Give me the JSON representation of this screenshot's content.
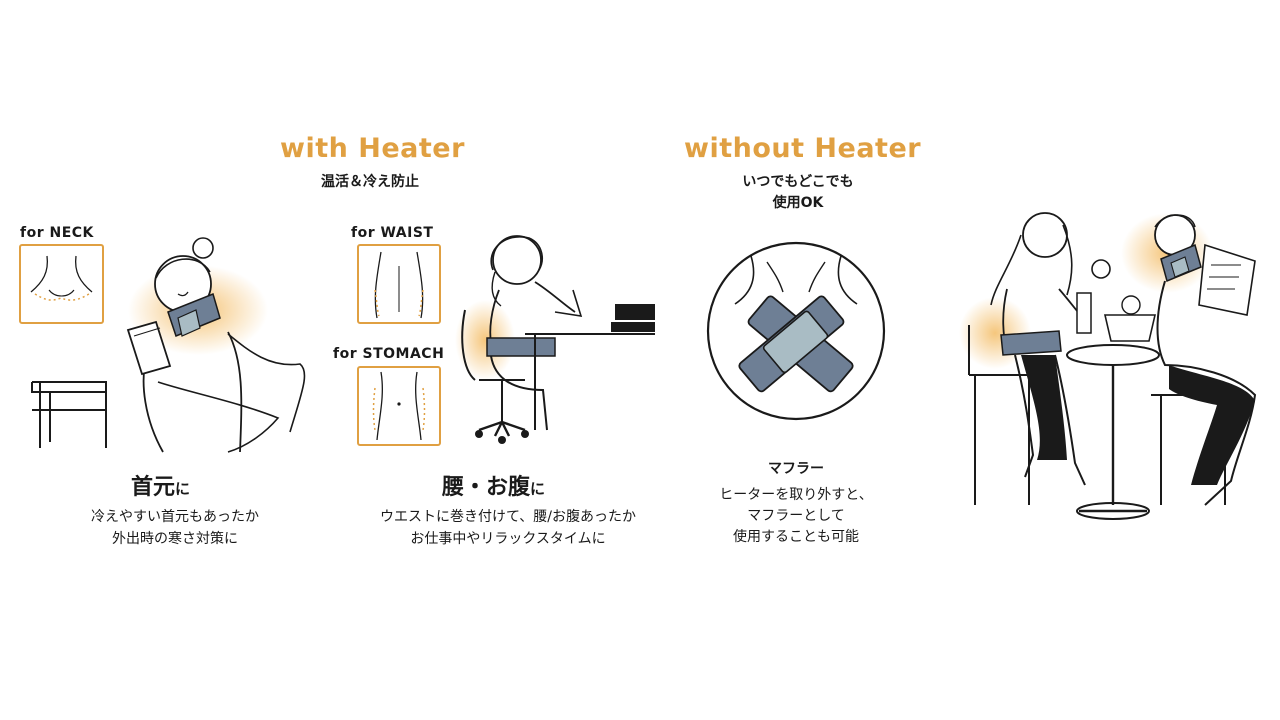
{
  "with_heater": {
    "title": "with Heater",
    "subtitle": "温活＆冷え防止"
  },
  "without_heater": {
    "title": "without Heater",
    "subtitle_line1": "いつでもどこでも",
    "subtitle_line2": "使用OK"
  },
  "neck": {
    "tag": "for NECK",
    "label_main": "首元",
    "label_suffix": "に",
    "desc_line1": "冷えやすい首元もあったか",
    "desc_line2": "外出時の寒さ対策に"
  },
  "waist": {
    "tag_waist": "for WAIST",
    "tag_stomach": "for STOMACH",
    "label_main": "腰・お腹",
    "label_suffix": "に",
    "desc_line1": "ウエストに巻き付けて、腰/お腹あったか",
    "desc_line2": "お仕事中やリラックスタイムに"
  },
  "muffler": {
    "label": "マフラー",
    "desc_line1": "ヒーターを取り外すと、",
    "desc_line2": "マフラーとして",
    "desc_line3": "使用することも可能"
  },
  "colors": {
    "accent": "#e0a042",
    "product_dark": "#6e7f95",
    "product_light": "#a9bcc4",
    "ink": "#1a1a1a"
  }
}
